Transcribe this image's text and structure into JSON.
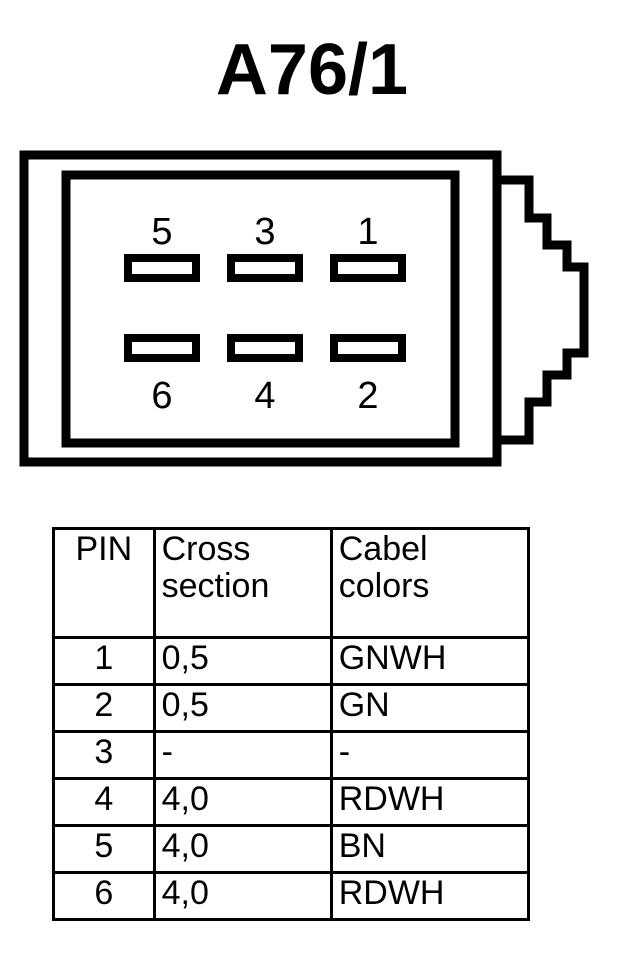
{
  "title": "A76/1",
  "connector": {
    "name": "connector-face-view",
    "pins": [
      {
        "number": "5",
        "row": "top",
        "column": 1
      },
      {
        "number": "3",
        "row": "top",
        "column": 2
      },
      {
        "number": "1",
        "row": "top",
        "column": 3
      },
      {
        "number": "6",
        "row": "bottom",
        "column": 1
      },
      {
        "number": "4",
        "row": "bottom",
        "column": 2
      },
      {
        "number": "2",
        "row": "bottom",
        "column": 3
      }
    ],
    "latch": "side-locking-tab"
  },
  "table": {
    "headers": {
      "pin": "PIN",
      "cross_section_line1": "Cross",
      "cross_section_line2": "section",
      "cabel_colors_line1": "Cabel",
      "cabel_colors_line2": "colors"
    },
    "rows": [
      {
        "pin": "1",
        "cross_section": "0,5",
        "cabel_colors": "GNWH"
      },
      {
        "pin": "2",
        "cross_section": "0,5",
        "cabel_colors": "GN"
      },
      {
        "pin": "3",
        "cross_section": "-",
        "cabel_colors": "-"
      },
      {
        "pin": "4",
        "cross_section": "4,0",
        "cabel_colors": "RDWH"
      },
      {
        "pin": "5",
        "cross_section": "4,0",
        "cabel_colors": "BN"
      },
      {
        "pin": "6",
        "cross_section": "4,0",
        "cabel_colors": "RDWH"
      }
    ]
  },
  "colors": {
    "ink": "#000000",
    "background": "#ffffff"
  }
}
